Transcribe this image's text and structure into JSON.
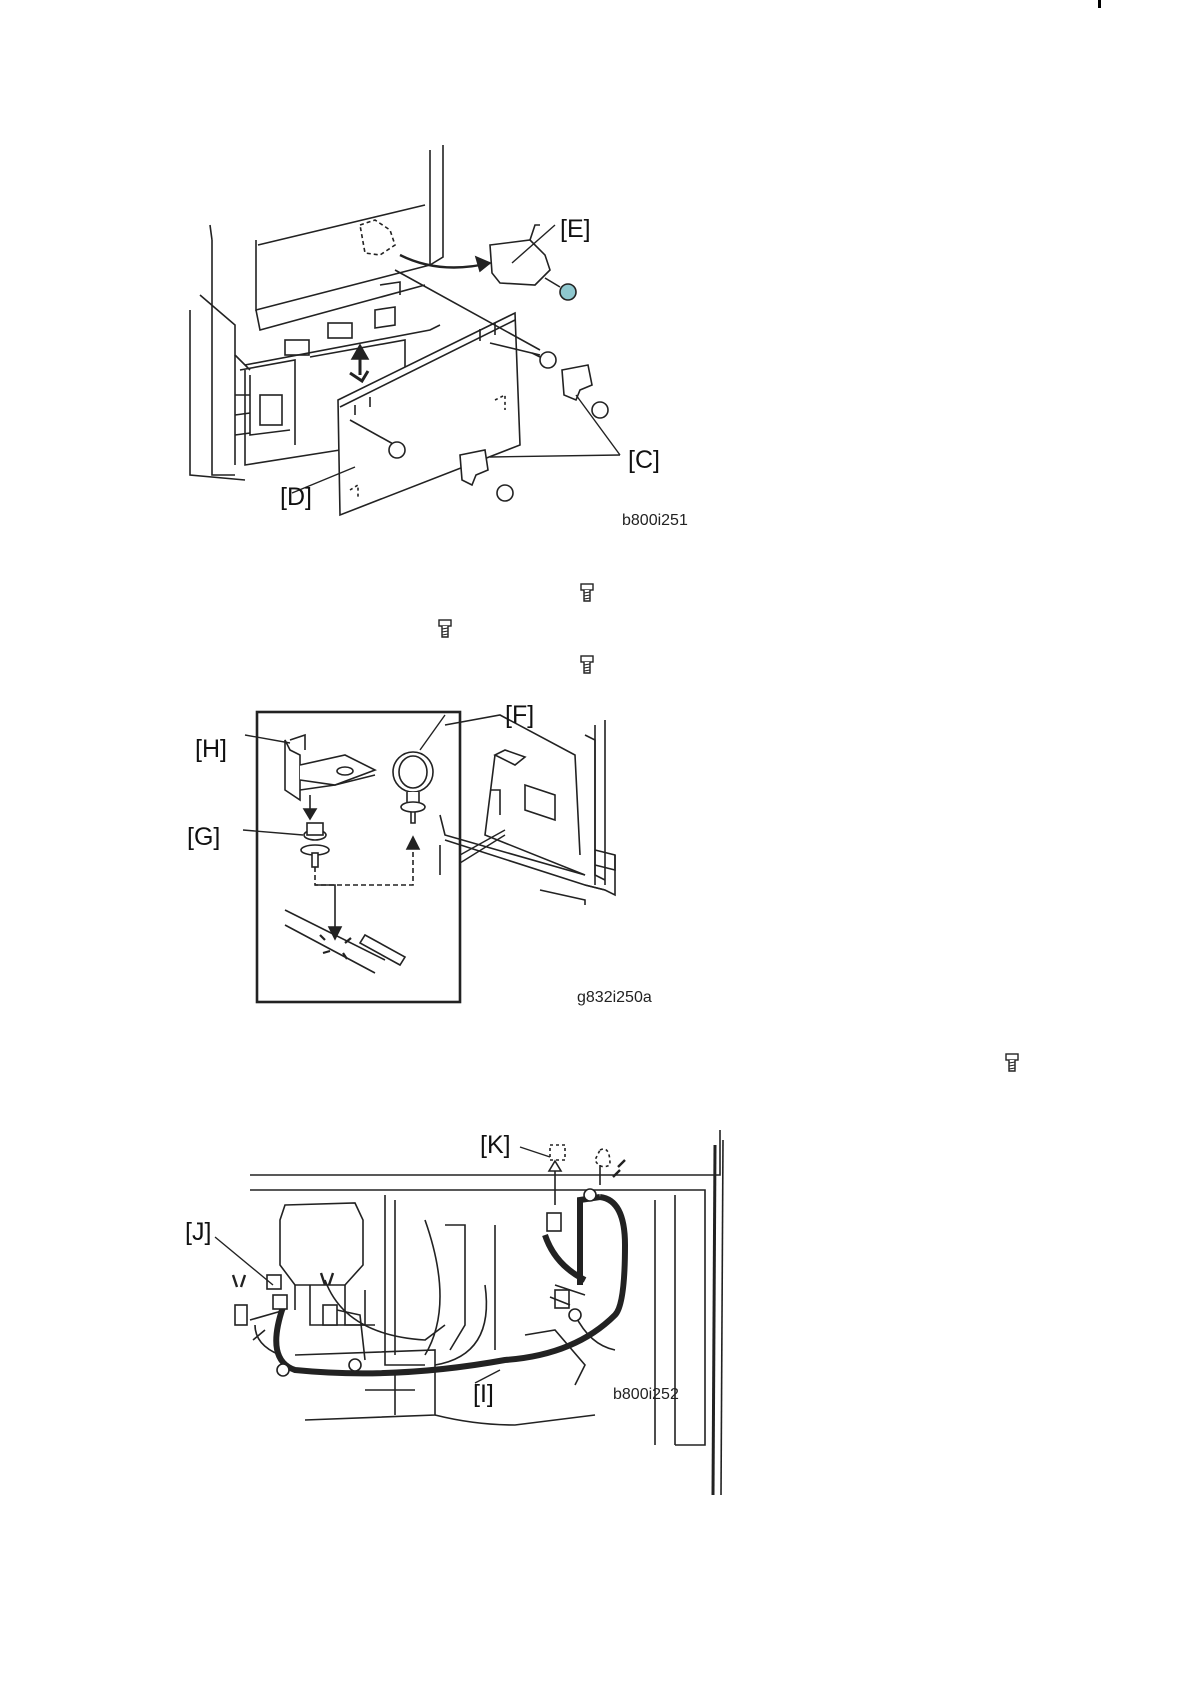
{
  "figures": [
    {
      "id": "b800i251",
      "caption": "b800i251",
      "callouts": {
        "E": "[E]",
        "C": "[C]",
        "D": "[D]"
      }
    },
    {
      "id": "g832i250a",
      "caption": "g832i250a",
      "callouts": {
        "F": "[F]",
        "H": "[H]",
        "G": "[G]"
      }
    },
    {
      "id": "b800i252",
      "caption": "b800i252",
      "callouts": {
        "K": "[K]",
        "J": "[J]",
        "I": "[I]"
      }
    }
  ],
  "icons": [
    "screw-icon",
    "screw-icon",
    "screw-icon",
    "screw-icon"
  ]
}
